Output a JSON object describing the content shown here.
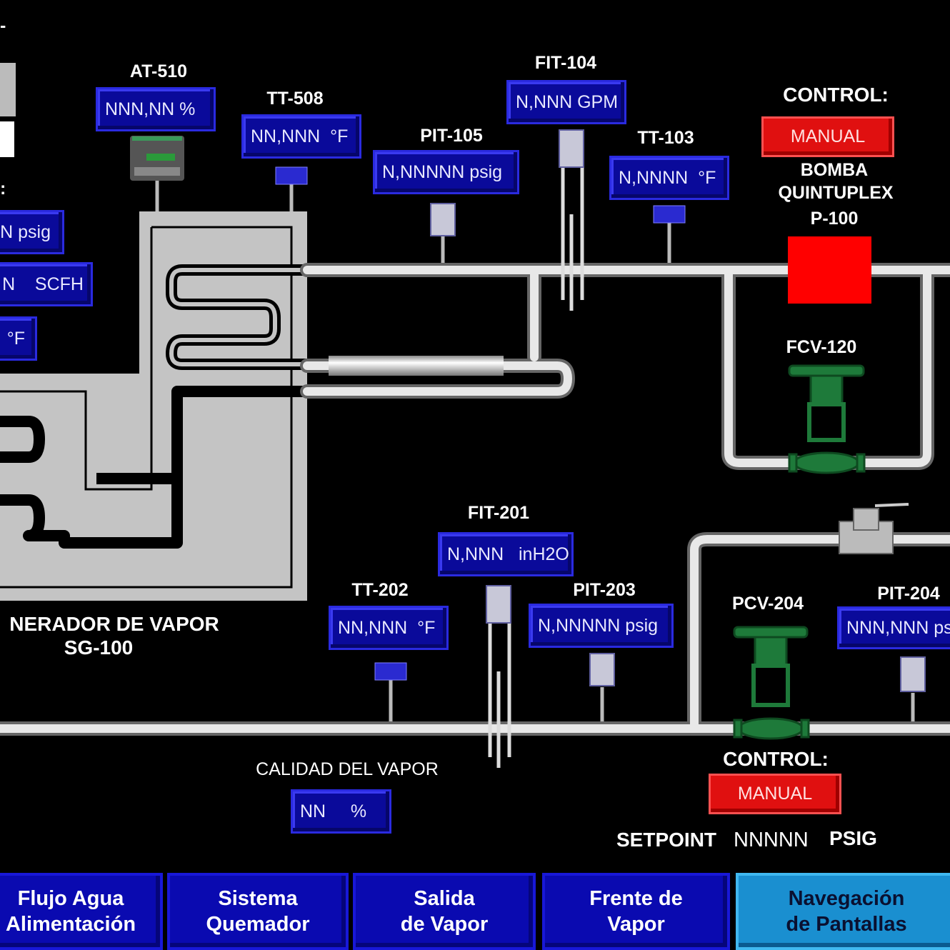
{
  "left_partial": {
    "top_mark": "-",
    "colon": ":",
    "psig_value": "N psig",
    "scfh_value": "N    SCFH",
    "temp_value": "°F"
  },
  "generator": {
    "line1": "NERADOR DE VAPOR",
    "line2": "SG-100"
  },
  "instruments": {
    "at510": {
      "tag": "AT-510",
      "value": "NNN,NN %"
    },
    "tt508": {
      "tag": "TT-508",
      "value": "NN,NNN  °F"
    },
    "pit105": {
      "tag": "PIT-105",
      "value": "N,NNNNN psig"
    },
    "fit104": {
      "tag": "FIT-104",
      "value": "N,NNN GPM"
    },
    "tt103": {
      "tag": "TT-103",
      "value": "N,NNNN  °F"
    },
    "fit201": {
      "tag": "FIT-201",
      "value": "N,NNN   inH2O"
    },
    "tt202": {
      "tag": "TT-202",
      "value": "NN,NNN  °F"
    },
    "pit203": {
      "tag": "PIT-203",
      "value": "N,NNNNN psig"
    },
    "pit204": {
      "tag": "PIT-204",
      "value": "NNN,NNN psig"
    }
  },
  "pump": {
    "control_label": "CONTROL:",
    "mode": "MANUAL",
    "name1": "BOMBA",
    "name2": "QUINTUPLEX",
    "tag": "P-100",
    "color": "#ff0000"
  },
  "fcv120": {
    "tag": "FCV-120"
  },
  "pcv204": {
    "tag": "PCV-204",
    "control_label": "CONTROL:",
    "mode": "MANUAL",
    "setpoint_label": "SETPOINT",
    "setpoint_value": "NNNNN",
    "setpoint_unit": "PSIG"
  },
  "quality": {
    "label": "CALIDAD DEL VAPOR",
    "value": "NN     %"
  },
  "nav": [
    {
      "label": "Flujo Agua\nAlimentación"
    },
    {
      "label": "Sistema\nQuemador"
    },
    {
      "label": "Salida\nde Vapor"
    },
    {
      "label": "Frente de\nVapor"
    },
    {
      "label": "Navegación\nde Pantallas",
      "active": true
    }
  ],
  "colors": {
    "background": "#000000",
    "value_box": "#0a0a9a",
    "manual_button": "#e01010",
    "valve": "#1e7a3a",
    "pipe": "#d8d8d8",
    "vessel": "#c0c0c0"
  }
}
